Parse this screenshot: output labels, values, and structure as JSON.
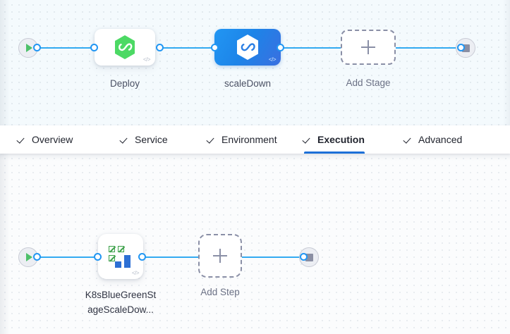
{
  "colors": {
    "connector": "#33aaf1",
    "active_stage_start": "#2196f3",
    "active_stage_end": "#3a6fe0",
    "tab_active_underline": "#1d70d8",
    "canvas_top_bg": "#f4fafd",
    "canvas_bottom_bg": "#fbfcfd",
    "deploy_icon_green": "#4cd964",
    "step_icon_green": "#3ca04a",
    "step_icon_blue": "#2d6fd4",
    "terminal_fill": "#eceef3",
    "play_green": "#4ec06a",
    "stop_gray": "#8b8fa3",
    "dashed_border": "#8a8fa6"
  },
  "stage_canvas": {
    "start_terminal": {
      "icon": "play-icon",
      "label": ""
    },
    "end_terminal": {
      "icon": "stop-icon",
      "label": ""
    },
    "nodes": [
      {
        "id": "deploy",
        "label": "Deploy",
        "icon": "harness-hexagon-icon",
        "badge": "</>",
        "state": "inactive"
      },
      {
        "id": "scaleDown",
        "label": "scaleDown",
        "icon": "harness-hexagon-icon",
        "badge": "</>",
        "state": "selected"
      },
      {
        "id": "add-stage",
        "label": "Add Stage",
        "icon": "plus-icon",
        "state": "placeholder"
      }
    ]
  },
  "tabs": {
    "items": [
      {
        "label": "Overview",
        "icon": "check-icon",
        "active": false
      },
      {
        "label": "Service",
        "icon": "check-icon",
        "active": false
      },
      {
        "label": "Environment",
        "icon": "check-icon",
        "active": false
      },
      {
        "label": "Execution",
        "icon": "check-icon",
        "active": true
      },
      {
        "label": "Advanced",
        "icon": "check-icon",
        "active": false
      }
    ]
  },
  "step_canvas": {
    "start_terminal": {
      "icon": "play-icon"
    },
    "end_terminal": {
      "icon": "stop-icon"
    },
    "nodes": [
      {
        "id": "k8s-blue-green-scale-down",
        "label": "K8sBlueGreenSt\nageScaleDow...",
        "icon": "k8s-squares-icon",
        "badge": "</>",
        "state": "inactive"
      },
      {
        "id": "add-step",
        "label": "Add Step",
        "icon": "plus-icon",
        "state": "placeholder"
      }
    ]
  }
}
